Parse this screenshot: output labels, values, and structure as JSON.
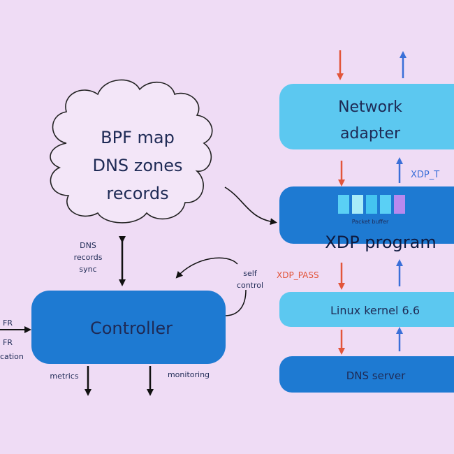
{
  "cloud": {
    "line1": "BPF map",
    "line2": "DNS zones",
    "line3": "records"
  },
  "blocks": {
    "network_adapter_line1": "Network",
    "network_adapter_line2": "adapter",
    "xdp_program": "XDP program",
    "packet_buffer": "Packet buffer",
    "linux_kernel": "Linux kernel 6.6",
    "dns_server": "DNS server",
    "controller": "Controller"
  },
  "labels": {
    "dns_sync_line1": "DNS",
    "dns_sync_line2": "records",
    "dns_sync_line3": "sync",
    "self_control_line1": "self",
    "self_control_line2": "control",
    "metrics": "metrics",
    "monitoring": "monitoring",
    "xdp_tx": "XDP_T",
    "xdp_pass": "XDP_PASS",
    "left_fr1": "FR",
    "left_fr2": "FR",
    "left_location": "cation"
  },
  "colors": {
    "background": "#efdcf5",
    "light_block": "#5cc8f0",
    "dark_block": "#1e7ad2",
    "down_arrow": "#e2553a",
    "up_arrow": "#3a6fd8",
    "ink": "#1e2a55",
    "buffer_cells": [
      "#5ad0f5",
      "#a8ecf8",
      "#44c4f0",
      "#5ad0f5",
      "#b889ee"
    ]
  }
}
